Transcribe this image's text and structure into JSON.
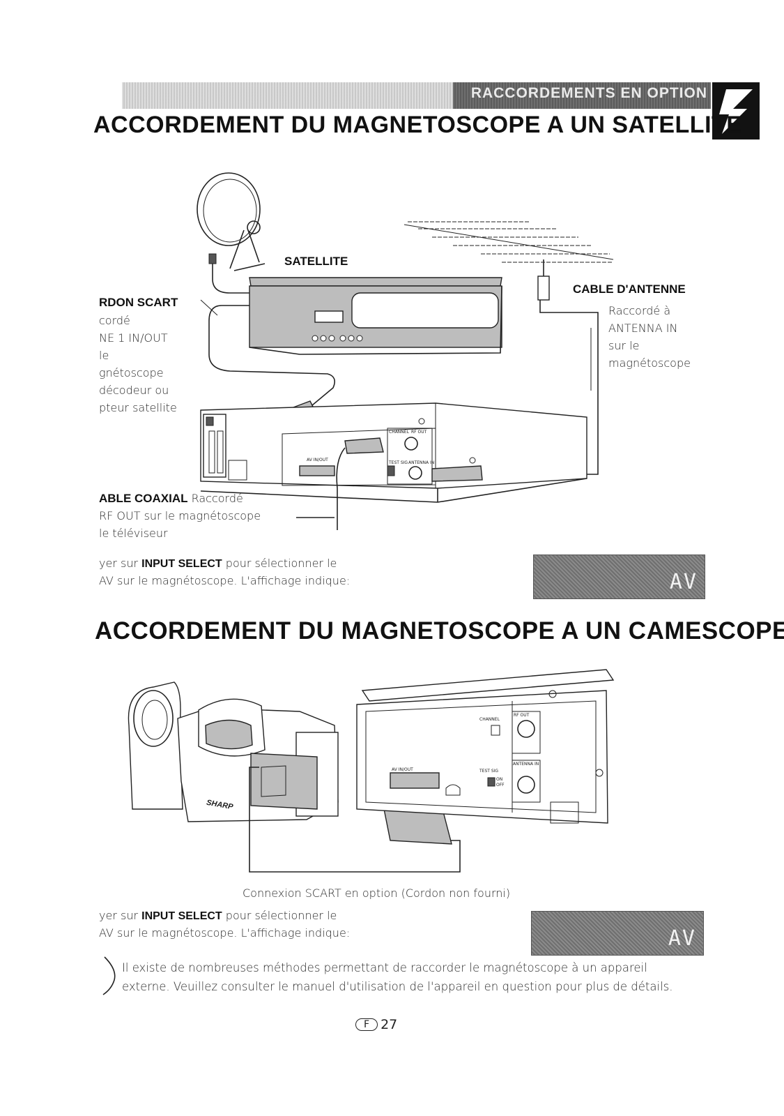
{
  "header": {
    "band_label": "RACCORDEMENTS EN OPTION",
    "title_satellite": "ACCORDEMENT DU MAGNETOSCOPE A UN SATELLITE",
    "title_camescope": "ACCORDEMENT DU MAGNETOSCOPE A UN CAMESCOPE"
  },
  "satellite_figure": {
    "satellite_label": "SATELLITE",
    "cordon": {
      "label": "RDON SCART",
      "lines": [
        "cordé",
        "NE 1 IN/OUT",
        "le",
        "gnétoscope",
        "décodeur ou",
        "pteur satellite"
      ]
    },
    "cable_antenne": {
      "label": "CABLE D'ANTENNE",
      "lines": [
        "Raccordé à",
        "ANTENNA IN",
        "sur le",
        "magnétoscope"
      ]
    },
    "cable_coaxial": {
      "label": "ABLE COAXIAL",
      "label_suffix": "Raccordé",
      "lines": [
        "RF OUT sur le magnétoscope",
        "le téléviseur"
      ]
    },
    "vcr_labels": {
      "channel": "CHANNEL",
      "rf_out": "RF OUT",
      "test_sig": "TEST SIG",
      "antenna_in": "ANTENNA IN",
      "av_in_out": "AV IN/OUT"
    }
  },
  "instruction_1": {
    "prefix": "yer sur",
    "key": "INPUT SELECT",
    "suffix": "pour sélectionner le",
    "line2": "AV sur le magnétoscope. L'affichage indique:"
  },
  "display_1": "AV",
  "camescope_figure": {
    "caption": "Connexion SCART en option (Cordon non fourni)",
    "brand": "SHARP",
    "vcr_labels": {
      "channel": "CHANNEL",
      "rf_out": "RF OUT",
      "test_sig": "TEST SIG",
      "on": "ON",
      "off": "OFF",
      "antenna_in": "ANTENNA IN",
      "av_in_out": "AV IN/OUT"
    }
  },
  "instruction_2": {
    "prefix": "yer sur",
    "key": "INPUT SELECT",
    "suffix": "pour sélectionner le",
    "line2": "AV sur le magnétoscope. L'affichage indique:"
  },
  "display_2": "AV",
  "note": {
    "line1": "Il existe de nombreuses méthodes permettant de raccorder le magnétoscope à un appareil",
    "line2": "externe. Veuillez consulter le manuel d'utilisation de l'appareil en question pour plus de détails."
  },
  "page": {
    "letter": "F",
    "number": "27"
  }
}
